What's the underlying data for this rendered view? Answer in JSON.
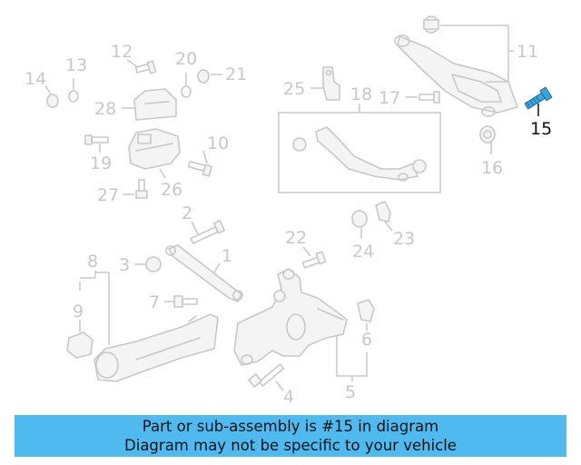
{
  "labels": {
    "p1": "1",
    "p2": "2",
    "p3": "3",
    "p4": "4",
    "p5": "5",
    "p6": "6",
    "p7": "7",
    "p8": "8",
    "p9": "9",
    "p10": "10",
    "p11": "11",
    "p12": "12",
    "p13": "13",
    "p14": "14",
    "p15": "15",
    "p16": "16",
    "p17": "17",
    "p18": "18",
    "p19": "19",
    "p20": "20",
    "p21": "21",
    "p22": "22",
    "p23": "23",
    "p24": "24",
    "p25": "25",
    "p26": "26",
    "p27": "27",
    "p28": "28"
  },
  "highlighted_part": "15",
  "colors": {
    "banner": "#4fbaf0",
    "highlight": "#111111",
    "faded": "#c8c8c8",
    "highlight_part": "#3aa6e0"
  },
  "banner": {
    "line1": "Part or sub-assembly is #15 in diagram",
    "line2": "Diagram may not be specific to your vehicle"
  }
}
